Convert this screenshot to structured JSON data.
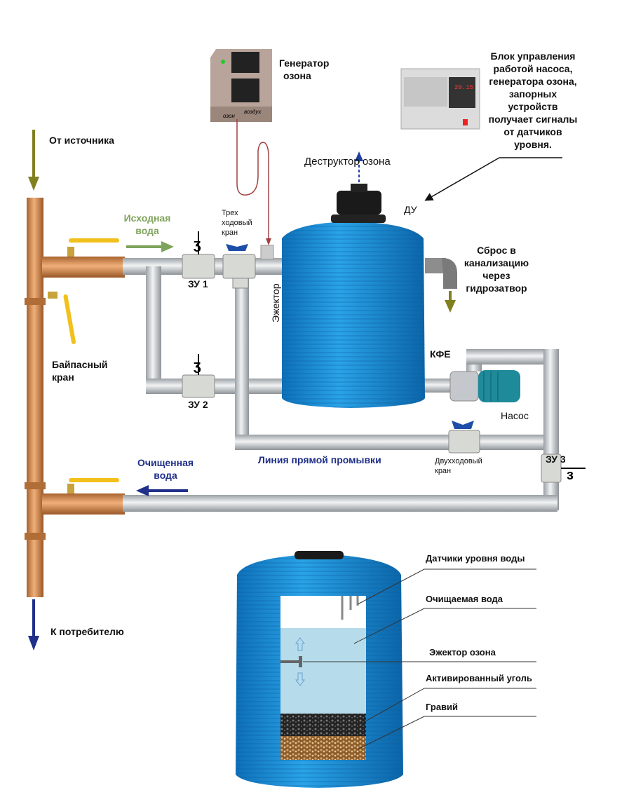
{
  "labels": {
    "source": "От источника",
    "consumer": "К потребителю",
    "raw_water": [
      "Исходная",
      "вода"
    ],
    "bypass_valve": [
      "Байпасный",
      "кран"
    ],
    "clean_water": [
      "Очищенная",
      "вода"
    ],
    "three_way_valve": [
      "Трех",
      "ходовый",
      "кран"
    ],
    "zu1": "ЗУ 1",
    "zu2": "ЗУ 2",
    "zu3": "ЗУ 3",
    "ejector": "Эжектор",
    "ozone_generator": [
      "Генератор",
      "озона"
    ],
    "generator_ports": [
      "озон",
      "воздух"
    ],
    "ozone_destructor": "Деструктор озона",
    "control_unit": [
      "Блок управления",
      "работой насоса,",
      "генератора озона,",
      "запорных",
      "устройств",
      "получает сигналы",
      "от датчиков",
      "уровня."
    ],
    "control_display": "20.15",
    "du": "ДУ",
    "drain": [
      "Сброс в",
      "канализацию",
      "через",
      "гидрозатвор"
    ],
    "kfe": "КФЕ",
    "pump": "Насос",
    "two_way_valve": [
      "Двухходовый",
      "кран"
    ],
    "flush_line": "Линия прямой промывки"
  },
  "tank_section": {
    "items": [
      "Датчики уровня воды",
      "Очищаемая вода",
      "Эжектор озона",
      "Активированный уголь",
      "Гравий"
    ]
  },
  "colors": {
    "tank": "#1a8fd6",
    "copper": "#d08a4e",
    "pipe": "#c9cdd0",
    "source_arrow": "#808020",
    "raw_arrow": "#7ea35a",
    "clean_arrow": "#1f2f8a",
    "flush_text": "#1f2f8a"
  }
}
